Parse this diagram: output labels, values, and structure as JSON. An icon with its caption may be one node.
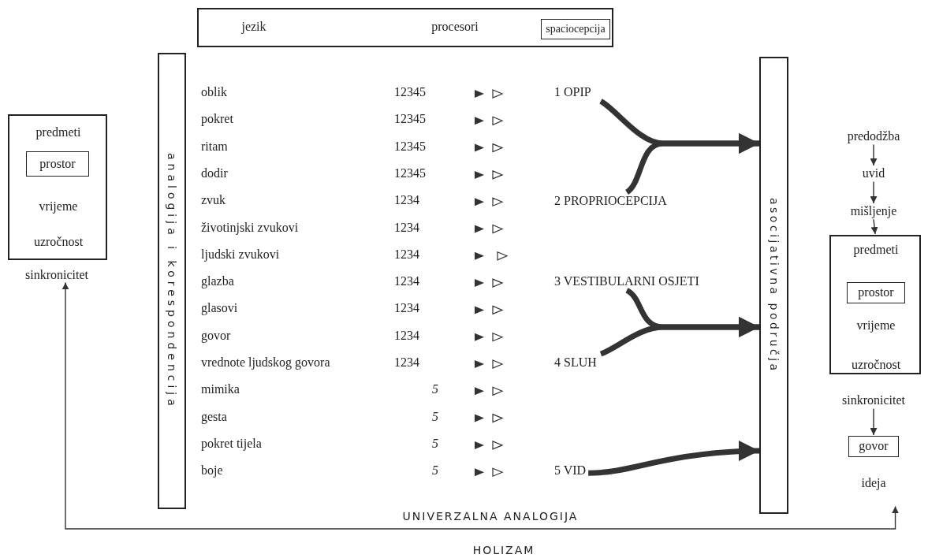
{
  "diagram": {
    "nodes": [
      {
        "text": [
          "predmeti",
          "vrijeme",
          "uzročnost"
        ]
      },
      {
        "text": [
          "prostor"
        ],
        "in": 0
      },
      {
        "text": [
          "sinkronicitet"
        ]
      },
      {
        "text": [
          "jezik",
          "procesori"
        ]
      },
      {
        "text": [
          "spaciocepcija"
        ],
        "in": 3
      },
      {
        "text": [
          "analogija i korespondencija"
        ]
      },
      {
        "text": [
          "1 OPIP"
        ]
      },
      {
        "text": [
          "2 PROPRIOCEPCIJA"
        ]
      },
      {
        "text": [
          "3 VESTIBULARNI OSJETI"
        ]
      },
      {
        "text": [
          "4 SLUH"
        ]
      },
      {
        "text": [
          "5 VID"
        ]
      },
      {
        "text": [
          "asocijativna područja"
        ]
      },
      {
        "text": [
          "predodžba"
        ]
      },
      {
        "text": [
          "uvid"
        ]
      },
      {
        "text": [
          "mišljenje"
        ]
      },
      {
        "text": [
          "predmeti",
          "vrijeme",
          "uzročnost"
        ]
      },
      {
        "text": [
          "prostor"
        ],
        "in": 15
      },
      {
        "text": [
          "sinkronicitet"
        ]
      },
      {
        "text": [
          "govor"
        ]
      },
      {
        "text": [
          "ideja"
        ]
      }
    ],
    "edges": [
      {
        "from": 6,
        "to": 11,
        "arrow": "to",
        "style": "thick"
      },
      {
        "from": 7,
        "to": 11,
        "arrow": "to",
        "style": "thick"
      },
      {
        "from": 8,
        "to": 11,
        "arrow": "to",
        "style": "thick"
      },
      {
        "from": 9,
        "to": 11,
        "arrow": "to",
        "style": "thick"
      },
      {
        "from": 10,
        "to": 11,
        "arrow": "to",
        "style": "thick"
      },
      {
        "from": 12,
        "to": 13,
        "arrow": "to"
      },
      {
        "from": 13,
        "to": 14,
        "arrow": "to"
      },
      {
        "from": 14,
        "to": 15,
        "arrow": "to"
      },
      {
        "from": 17,
        "to": 18,
        "arrow": "to"
      },
      {
        "from": 2,
        "to": 19,
        "arrow": "both",
        "label": "HOLIZAM"
      }
    ],
    "labels": [
      "oblik",
      "12345",
      "pokret",
      "12345",
      "ritam",
      "12345",
      "dodir",
      "12345",
      "zvuk",
      "1234",
      "životinjski zvukovi",
      "1234",
      "ljudski zvukovi",
      "1234",
      "glazba",
      "1234",
      "glasovi",
      "1234",
      "govor",
      "1234",
      "vrednote ljudskog govora",
      "1234",
      "mimika",
      "5",
      "gesta",
      "5",
      "pokret tijela",
      "5",
      "boje",
      "5",
      "UNIVERZALNA ANALOGIJA"
    ]
  }
}
